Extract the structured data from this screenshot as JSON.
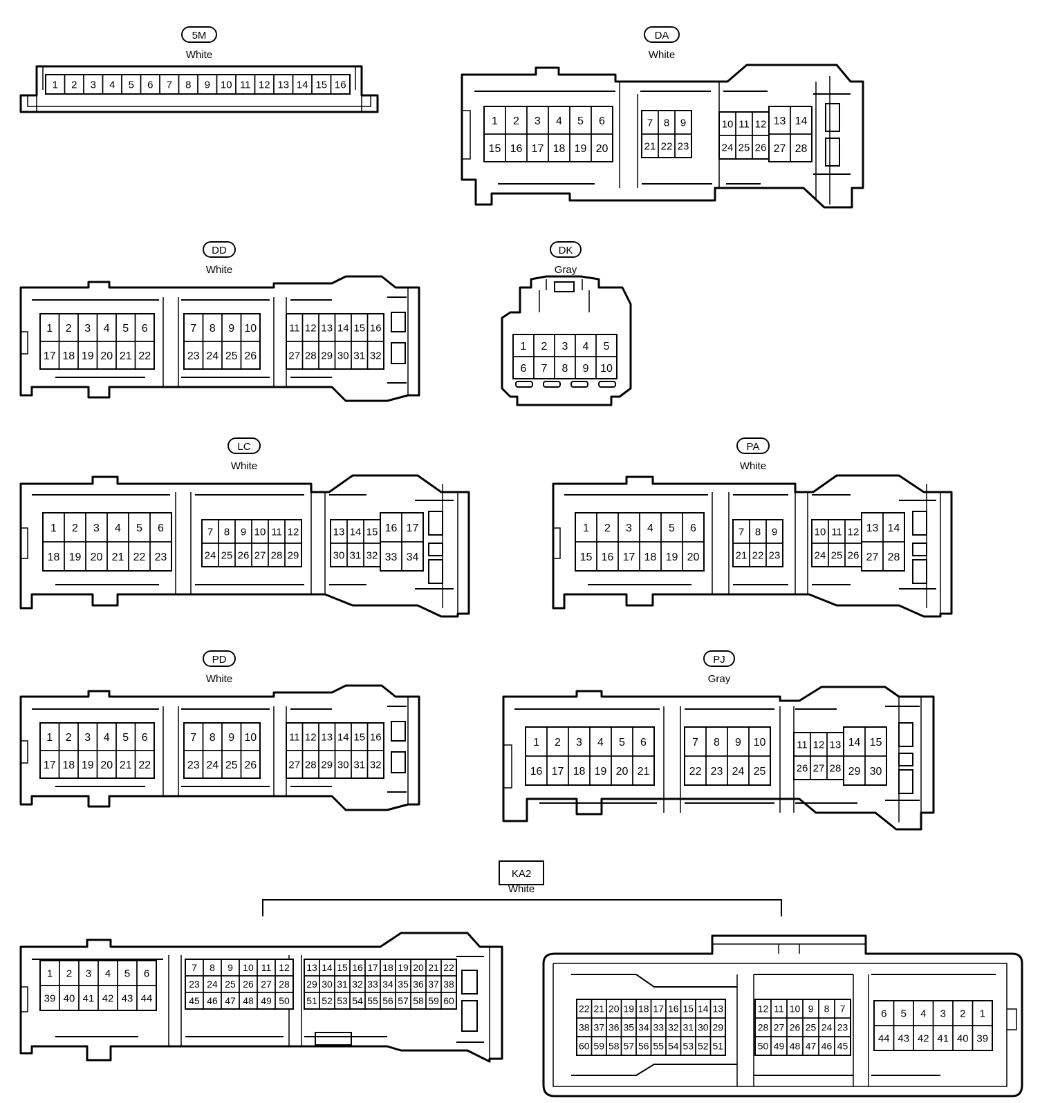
{
  "connectors": [
    {
      "id": "5M",
      "color": "White",
      "tag": "oval"
    },
    {
      "id": "DA",
      "color": "White",
      "tag": "oval"
    },
    {
      "id": "DD",
      "color": "White",
      "tag": "oval"
    },
    {
      "id": "DK",
      "color": "Gray",
      "tag": "oval"
    },
    {
      "id": "LC",
      "color": "White",
      "tag": "oval"
    },
    {
      "id": "PA",
      "color": "White",
      "tag": "oval"
    },
    {
      "id": "PD",
      "color": "White",
      "tag": "oval"
    },
    {
      "id": "PJ",
      "color": "Gray",
      "tag": "oval"
    },
    {
      "id": "KA2",
      "color": "White",
      "tag": "rect"
    }
  ]
}
